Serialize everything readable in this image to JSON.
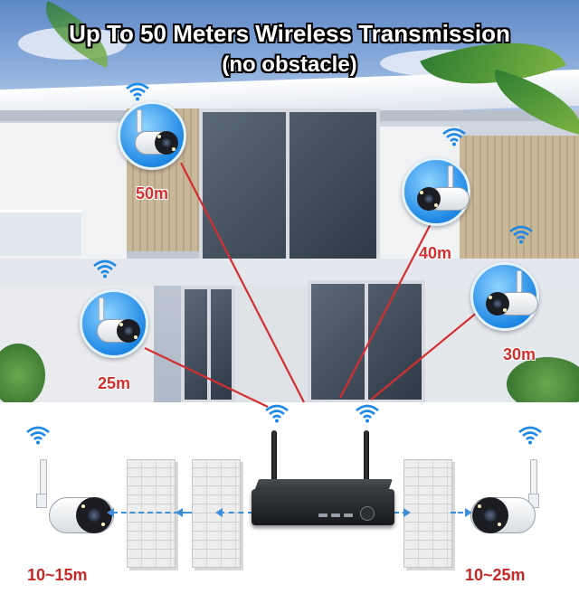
{
  "title": {
    "main": "Up To 50 Meters Wireless Transmission",
    "sub": "(no obstacle)"
  },
  "cameras": {
    "top_left": {
      "distance": "50m",
      "icon": "bullet-camera-icon"
    },
    "right_upper": {
      "distance": "40m",
      "icon": "bullet-camera-icon"
    },
    "right_lower": {
      "distance": "30m",
      "icon": "bullet-camera-icon"
    },
    "left_lower": {
      "distance": "25m",
      "icon": "bullet-camera-icon"
    }
  },
  "bottom": {
    "left_distance": "10~15m",
    "right_distance": "10~25m"
  },
  "colors": {
    "signal_line": "#d32f2f",
    "distance_text": "#d32f2f",
    "wifi": "#1e88e5",
    "bubble": "#1e88e5",
    "dashed_link": "#3d8fd6"
  },
  "icons": [
    "wifi-icon",
    "bullet-camera-icon",
    "nvr-recorder-icon",
    "brick-wall-icon"
  ]
}
